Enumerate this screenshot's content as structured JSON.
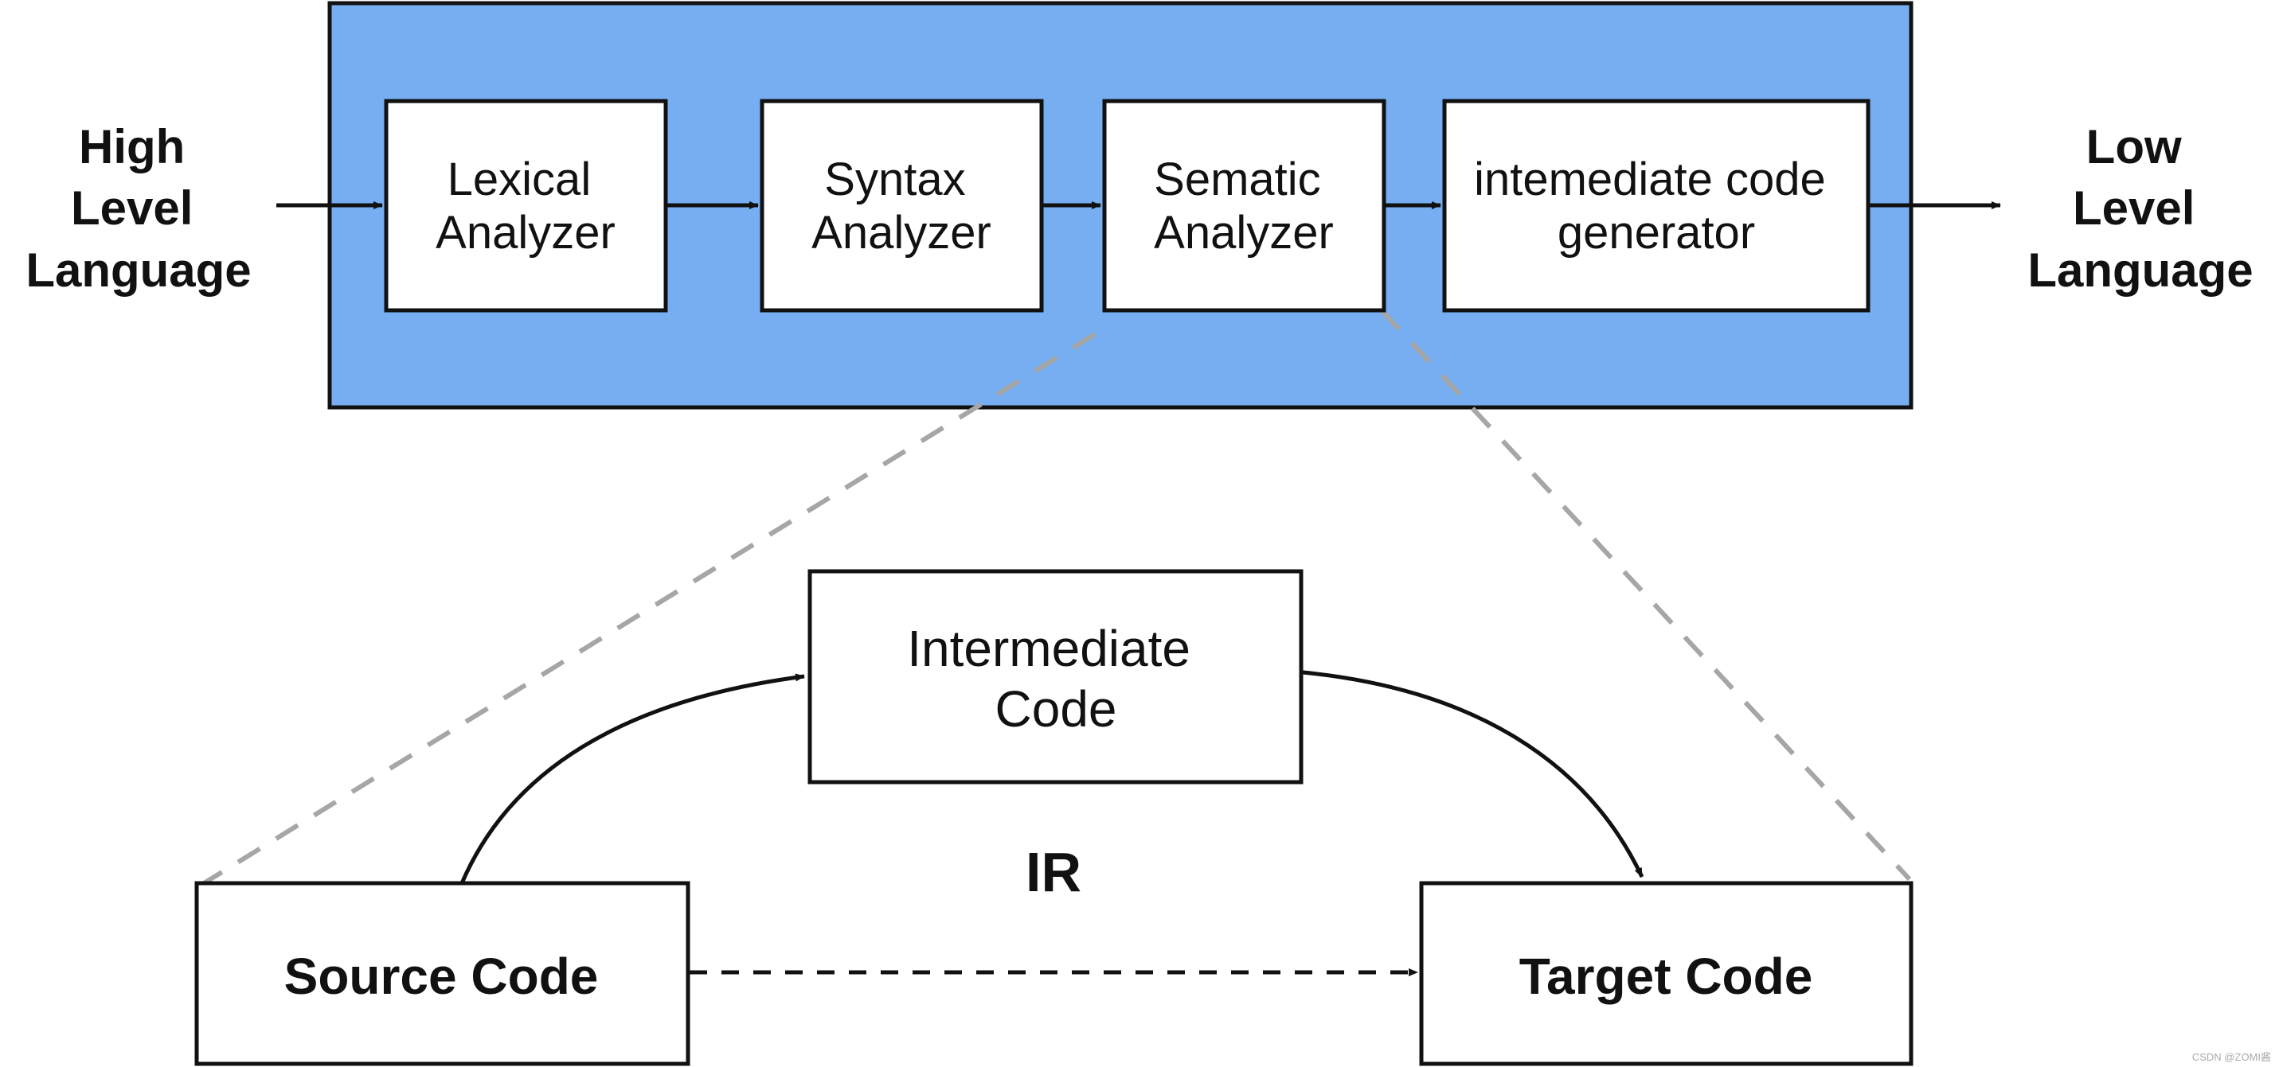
{
  "colors": {
    "pipeline_background": "#76aef1",
    "box_fill": "#ffffff",
    "stroke": "#111111",
    "dashed_connector": "#a6a6a6"
  },
  "pipeline": {
    "input": [
      "High",
      "Level",
      "Language"
    ],
    "output": [
      "Low",
      "Level",
      "Language"
    ],
    "stages": [
      {
        "lines": [
          "Lexical",
          "Analyzer"
        ]
      },
      {
        "lines": [
          "Syntax",
          "Analyzer"
        ]
      },
      {
        "lines": [
          "Sematic",
          "Analyzer"
        ]
      },
      {
        "lines": [
          "intemediate code",
          "generator"
        ]
      }
    ]
  },
  "ir_detail": {
    "intermediate": [
      "Intermediate",
      "Code"
    ],
    "source": "Source Code",
    "target": "Target Code",
    "center_label": "IR"
  },
  "watermark": "CSDN @ZOMI酱"
}
